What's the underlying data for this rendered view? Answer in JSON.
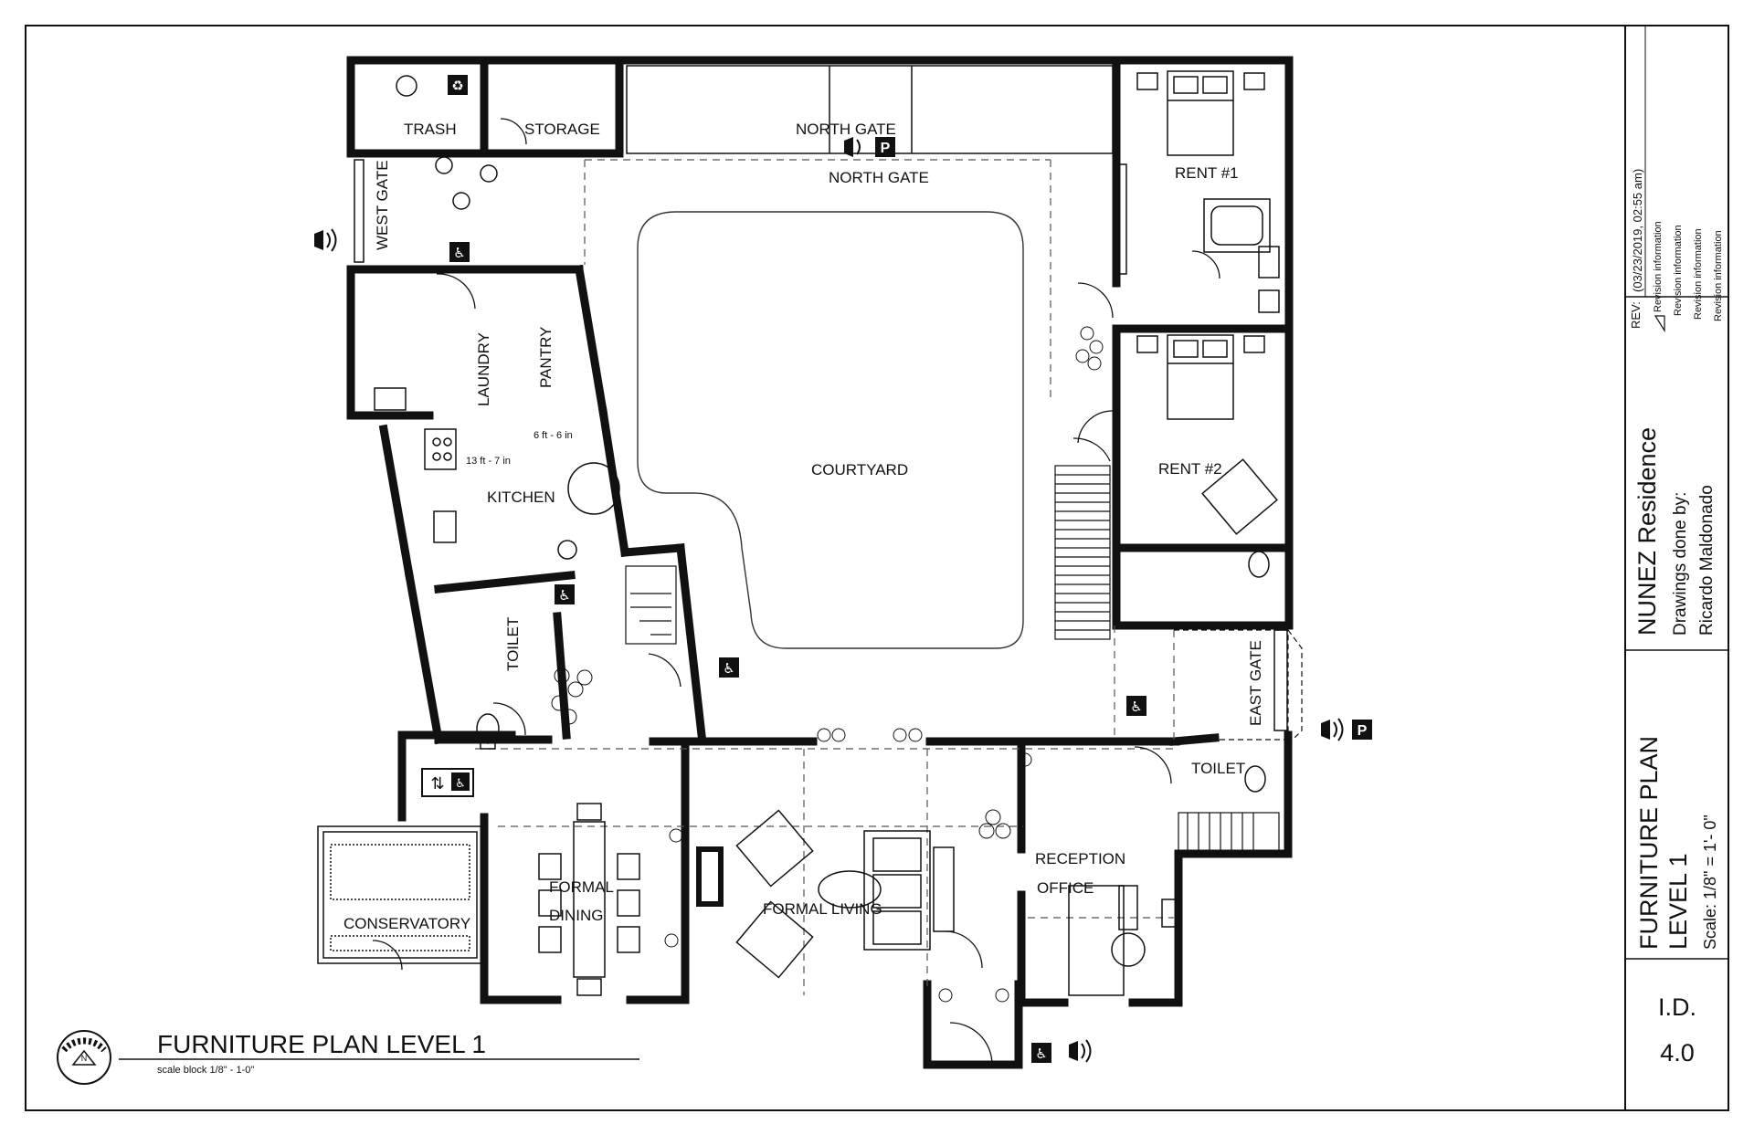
{
  "rooms": {
    "trash": "TRASH",
    "storage": "STORAGE",
    "north_gate_top": "NORTH GATE",
    "north_gate": "NORTH GATE",
    "west_gate": "WEST GATE",
    "laundry": "LAUNDRY",
    "pantry": "PANTRY",
    "kitchen": "KITCHEN",
    "toilet_west": "TOILET",
    "courtyard": "COURTYARD",
    "rent1": "RENT #1",
    "rent2": "RENT #2",
    "east_gate": "EAST GATE",
    "toilet_east": "TOILET",
    "reception": "RECEPTION",
    "office": "OFFICE",
    "formal_dining_1": "FORMAL",
    "formal_dining_2": "DINING",
    "formal_living": "FORMAL LIVING",
    "conservatory": "CONSERVATORY"
  },
  "dimensions": {
    "kitchen_width": "6 ft - 6 in",
    "kitchen_length": "13 ft - 7 in"
  },
  "symbols": {
    "parking": "P",
    "north_arrow": "N",
    "wheelchair_icon": "wheelchair-accessible-icon",
    "intercom_icon": "speaker-intercom-icon",
    "elevator_icon": "elevator-arrows-icon",
    "recycle_icon": "recycle-icon",
    "trash_can_icon": "trash-can-icon"
  },
  "plan_title": {
    "title": "FURNITURE PLAN LEVEL 1",
    "scale": "scale block 1/8\" - 1-0\""
  },
  "title_block": {
    "date": "(03/23/2019, 02:55 am)",
    "rev_label": "REV:",
    "revisions": [
      "Revision information",
      "Revision information",
      "Revision information",
      "Revision information"
    ],
    "project": "NUNEZ Residence",
    "drawn_by_label": "Drawings done by:",
    "drawn_by": "Ricardo Maldonado",
    "sheet_title_1": "FURNITURE PLAN",
    "sheet_title_2": "LEVEL 1",
    "scale": "Scale: 1/8\" = 1'- 0\"",
    "sheet_id": "I.D.",
    "sheet_number": "4.0"
  },
  "colors": {
    "ink": "#111111",
    "paper": "#ffffff",
    "dash": "#555555"
  }
}
